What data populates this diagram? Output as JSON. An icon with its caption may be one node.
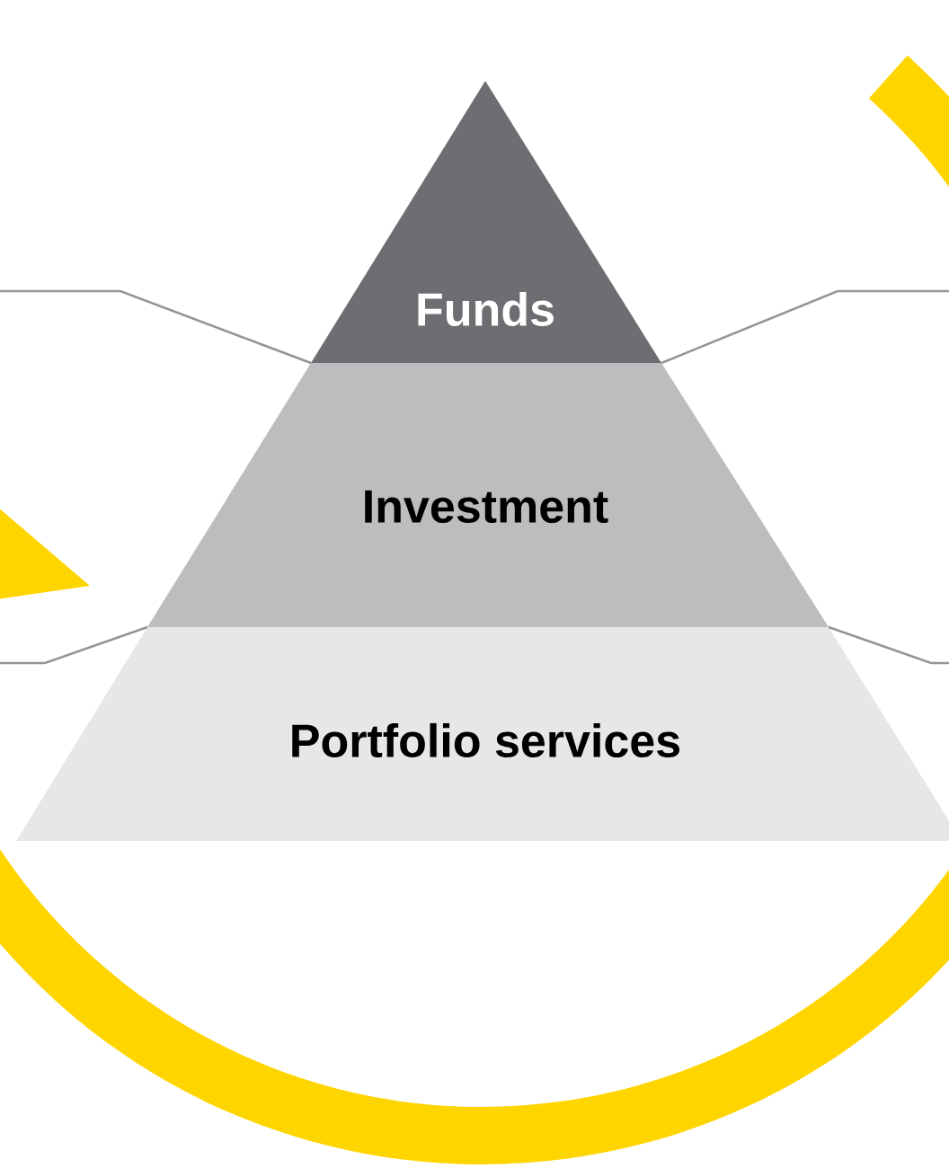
{
  "diagram": {
    "nodes": [
      {
        "text": [
          "Funds"
        ]
      },
      {
        "text": [
          "Investment"
        ]
      },
      {
        "text": [
          "Portfolio services"
        ]
      }
    ],
    "edges": [
      {
        "from": null,
        "to": 0,
        "arrow": "none"
      },
      {
        "from": null,
        "to": 0,
        "arrow": "none"
      },
      {
        "from": null,
        "to": 1,
        "arrow": "none"
      },
      {
        "from": null,
        "to": 1,
        "arrow": "none"
      }
    ]
  }
}
